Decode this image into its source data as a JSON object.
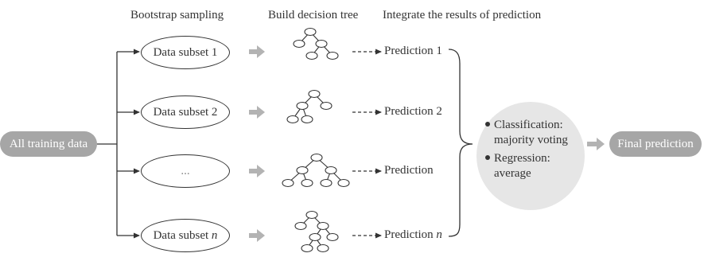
{
  "headers": {
    "col1": "Bootstrap sampling",
    "col2": "Build decision tree",
    "col3": "Integrate the results of prediction"
  },
  "input": "All training data",
  "subsets": [
    {
      "label": "Data subset 1",
      "prediction": "Prediction 1"
    },
    {
      "label": "Data subset 2",
      "prediction": "Prediction 2"
    },
    {
      "label": "...",
      "prediction": "Prediction"
    },
    {
      "label_main": "Data subset ",
      "label_italic": "n",
      "prediction_main": "Prediction ",
      "prediction_italic": "n"
    }
  ],
  "aggregation": {
    "classification_line1": "Classification:",
    "classification_line2": "majority voting",
    "regression_line1": "Regression:",
    "regression_line2": "average"
  },
  "output": "Final prediction"
}
